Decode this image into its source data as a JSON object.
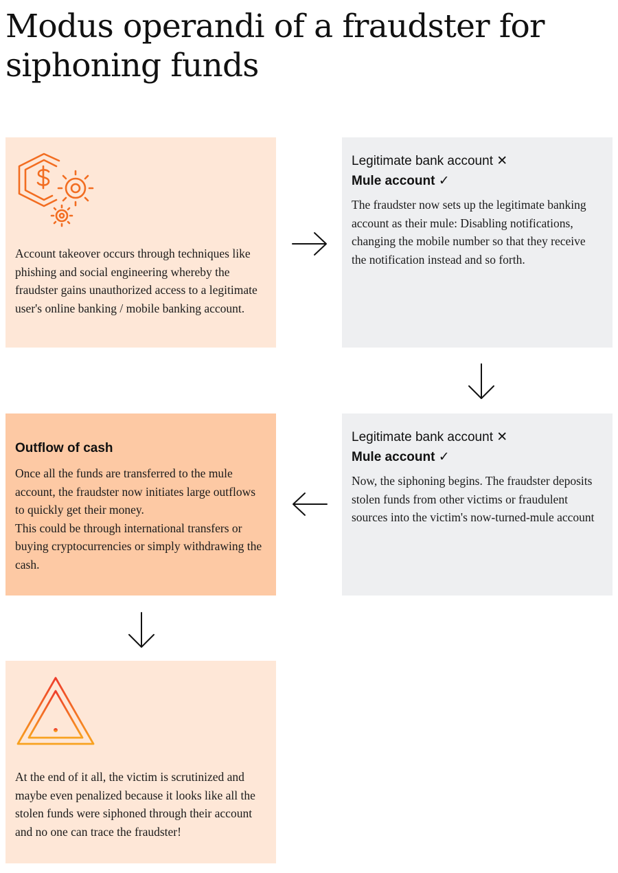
{
  "title": "Modus operandi of a fraudster for siphoning funds",
  "marks": {
    "cross": "✕",
    "check": "✓"
  },
  "steps": {
    "account_takeover": {
      "icon": "dollar-gear-icon",
      "text": "Account takeover occurs through techniques like phishing and social engineering whereby the fraudster gains unauthorized access to a legitimate user's online banking / mobile banking account."
    },
    "mule_setup": {
      "label_rejected": "Legitimate bank account",
      "label_accepted": "Mule account",
      "text": "The fraudster now sets up the legitimate banking account as their mule: Disabling notifications, changing the mobile number so that they receive the notification instead and so forth."
    },
    "siphoning": {
      "label_rejected": "Legitimate bank account",
      "label_accepted": "Mule account",
      "text": "Now, the siphoning begins. The fraudster deposits stolen funds from other victims or fraudulent sources into the victim's now-turned-mule account"
    },
    "outflow": {
      "heading": "Outflow of cash",
      "text_1": "Once all the funds are transferred to the mule account, the fraudster now initiates large outflows to quickly get their money.",
      "text_2": "This could be through international transfers or buying cryptocurrencies or simply withdrawing the cash."
    },
    "outcome": {
      "icon": "warning-triangle-icon",
      "text": "At the end of it all, the victim is scrutinized and maybe even penalized because it looks like all the stolen funds were siphoned through their account and no one can trace the fraudster!"
    }
  },
  "colors": {
    "peach": "#fee7d7",
    "peach_dark": "#fdc9a4",
    "grey": "#eeeff1",
    "icon_orange": "#f26d21"
  }
}
